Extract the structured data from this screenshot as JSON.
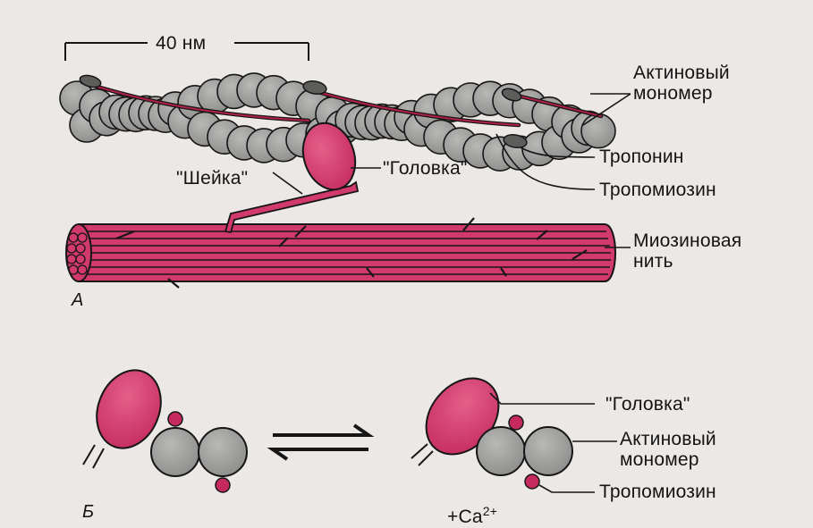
{
  "scale_label": "40 нм",
  "panel_a": {
    "label": "А",
    "neck_label": "\"Шейка\"",
    "head_label": "\"Головка\"",
    "actin_monomer_label_line1": "Актиновый",
    "actin_monomer_label_line2": "мономер",
    "troponin_label": "Тропонин",
    "tropomyosin_label": "Тропомиозин",
    "myosin_filament_label_line1": "Миозиновая",
    "myosin_filament_label_line2": "нить"
  },
  "panel_b": {
    "label": "Б",
    "head_label": "\"Головка\"",
    "actin_monomer_label_line1": "Актиновый",
    "actin_monomer_label_line2": "мономер",
    "tropomyosin_label": "Тропомиозин",
    "calcium_label": "+Ca",
    "calcium_charge": "2+"
  },
  "colors": {
    "actin": "#9a9a98",
    "outline": "#161616",
    "myosin": "#d23a6e",
    "tropomyosin": "#b0204a",
    "background": "#ece8e6"
  }
}
